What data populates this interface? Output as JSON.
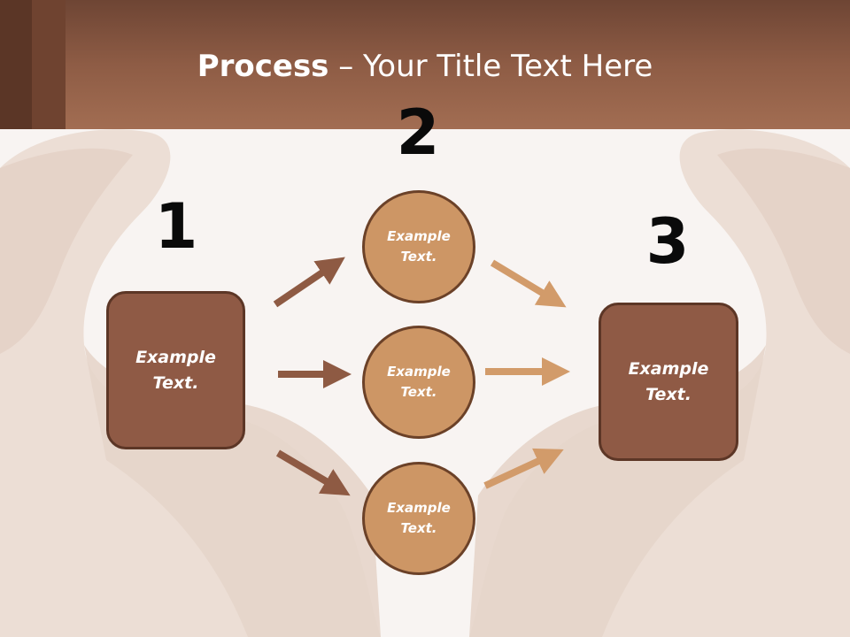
{
  "title": {
    "bold": "Process",
    "rest": " – Your Title Text Here"
  },
  "steps": {
    "one": "1",
    "two": "2",
    "three": "3"
  },
  "boxes": {
    "left": [
      "Example",
      "Text."
    ],
    "right": [
      "Example",
      "Text."
    ]
  },
  "circles": [
    [
      "Example",
      "Text."
    ],
    [
      "Example",
      "Text."
    ],
    [
      "Example",
      "Text."
    ]
  ],
  "colors": {
    "header": "#8e5c45",
    "box_fill": "#8f5a45",
    "circle_fill": "#cd9665",
    "arrow_dark": "#8e5a43",
    "arrow_light": "#d29b6a"
  }
}
